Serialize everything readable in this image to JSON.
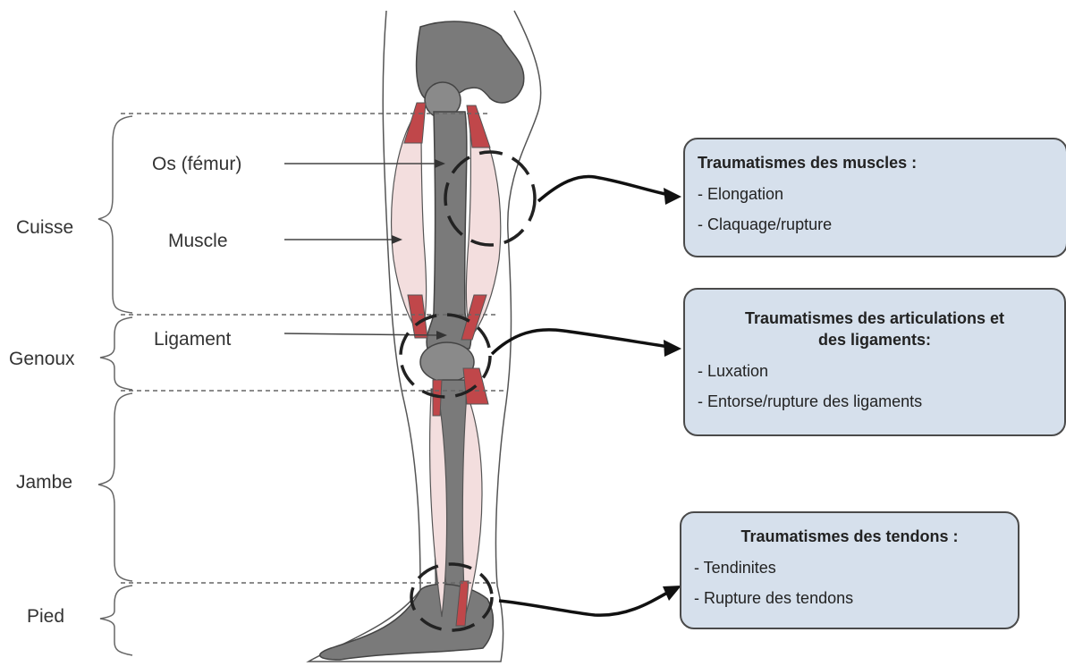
{
  "regions": {
    "thigh": "Cuisse",
    "knee": "Genoux",
    "leg": "Jambe",
    "foot": "Pied"
  },
  "parts": {
    "bone": "Os (fémur)",
    "muscle": "Muscle",
    "ligament": "Ligament"
  },
  "boxes": {
    "muscles": {
      "title": "Traumatismes des muscles :",
      "items": [
        "- Elongation",
        "- Claquage/rupture"
      ]
    },
    "joints": {
      "title_line1": "Traumatismes des articulations et",
      "title_line2": "des ligaments:",
      "items": [
        "- Luxation",
        "- Entorse/rupture des ligaments"
      ]
    },
    "tendons": {
      "title": "Traumatismes des tendons :",
      "items": [
        "- Tendinites",
        "- Rupture des tendons"
      ]
    }
  },
  "colors": {
    "bone": "#7a7a7a",
    "muscle": "#f3dede",
    "tendon": "#c0474a",
    "box_fill": "#d6e0ec"
  }
}
